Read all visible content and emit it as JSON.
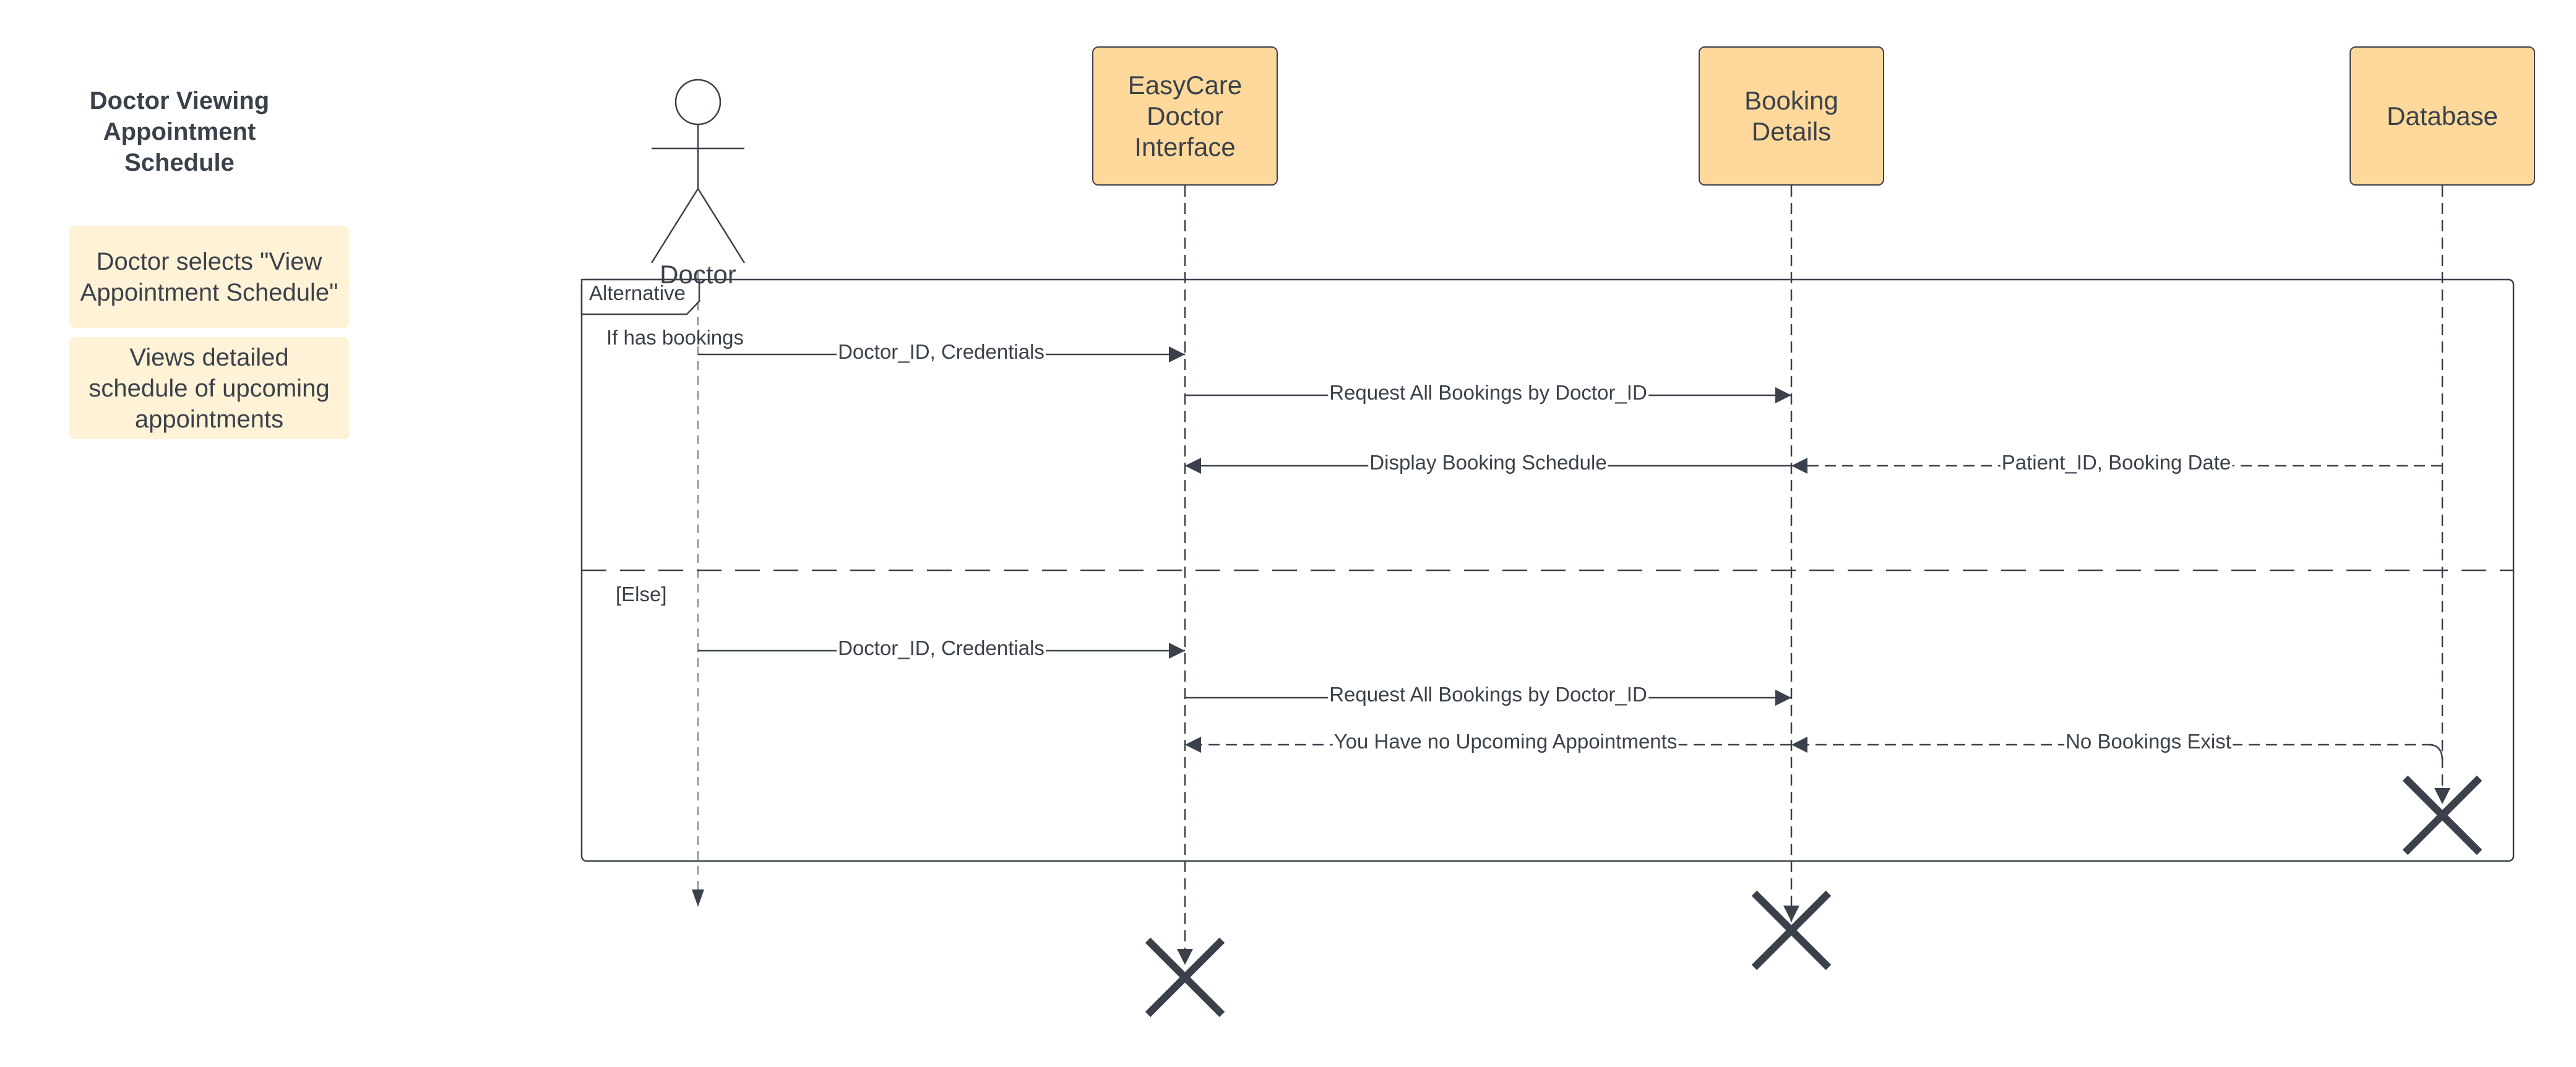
{
  "diagram": {
    "title": "Doctor Viewing Appointment Schedule",
    "notes": [
      "Doctor selects \"View Appointment Schedule\"",
      "Views detailed schedule of upcoming appointments"
    ],
    "actor": {
      "label": "Doctor"
    },
    "lifelines": [
      {
        "label": "EasyCare Doctor Interface"
      },
      {
        "label": "Booking Details"
      },
      {
        "label": "Database"
      }
    ],
    "fragment": {
      "tag": "Alternative",
      "guard_1": "If has bookings",
      "guard_2": "[Else]"
    },
    "messages": {
      "m1": "Doctor_ID, Credentials",
      "m2": "Request All Bookings by Doctor_ID",
      "m3": "Patient_ID, Booking Date",
      "m4": "Display Booking Schedule",
      "m5": "Doctor_ID, Credentials",
      "m6": "Request All Bookings by Doctor_ID",
      "m7": "No Bookings Exist",
      "m8": "You Have no Upcoming Appointments"
    },
    "colors": {
      "line": "#3a414a",
      "lifeline_fill": "#fed99b",
      "note_fill": "#fff2d6"
    }
  }
}
